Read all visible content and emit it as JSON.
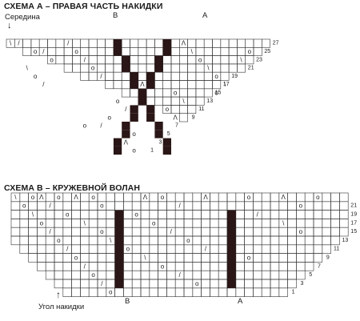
{
  "chart_a": {
    "title": "СХЕМА А – ПРАВАЯ ЧАСТЬ НАКИДКИ",
    "middle_label": "Середина",
    "middle_arrow": "↓",
    "markers": [
      "В",
      "А"
    ],
    "row_numbers": [
      "1",
      "3",
      "5",
      "7",
      "9",
      "11",
      "13",
      "15",
      "17",
      "19",
      "21",
      "23",
      "25",
      "27"
    ]
  },
  "chart_b": {
    "title": "СХЕМА В – КРУЖЕВНОЙ ВОЛАН",
    "corner_label": "Угол накидки",
    "corner_arrow": "↑",
    "markers": [
      "В",
      "А"
    ],
    "row_numbers": [
      "1",
      "3",
      "5",
      "7",
      "9",
      "11",
      "13",
      "15",
      "17",
      "19",
      "21"
    ]
  },
  "colors": {
    "grid_line": "#333333",
    "filled_cell": "#2a1616",
    "text": "#1a1a1a"
  },
  "symbols": {
    "yarn_over": "o",
    "decrease": "Λ",
    "slant_right": "\\",
    "slant_left": "/"
  }
}
